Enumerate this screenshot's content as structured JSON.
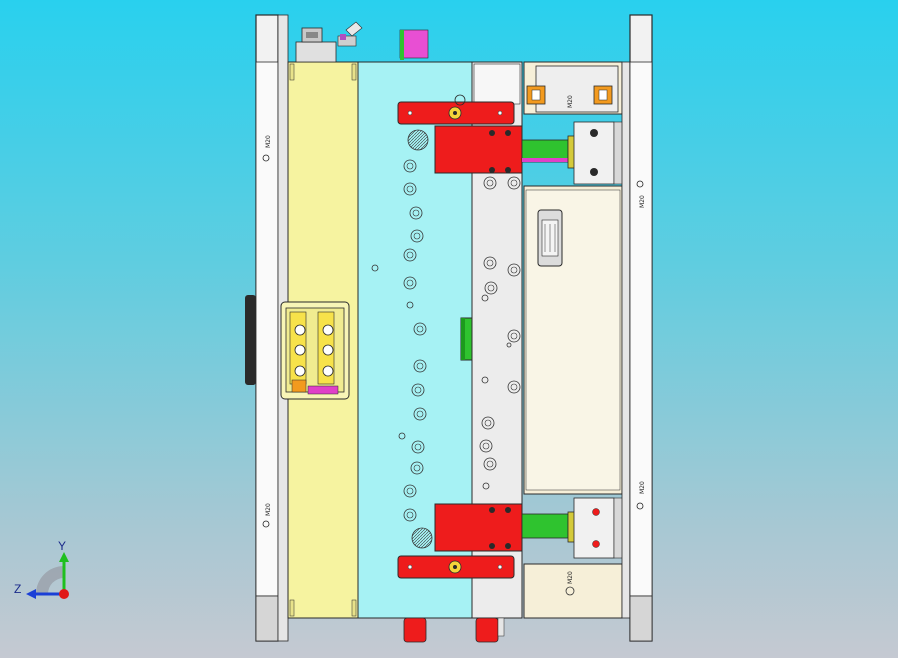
{
  "labels": {
    "bolt_size": "M20"
  },
  "triad": {
    "y_label": "Y",
    "z_label": "Z"
  },
  "colors": {
    "yellow_plate": "#f6f3a0",
    "cyan_plate": "#a6f2f4",
    "white_plate": "#ececec",
    "cream_plate": "#f6efd8",
    "red_part": "#ee1c1c",
    "olive_part": "#d4ca3a",
    "green_part": "#2fc32f",
    "orange_part": "#f39a1e",
    "magenta_part": "#e040c8",
    "outline": "#2a2a2a"
  }
}
